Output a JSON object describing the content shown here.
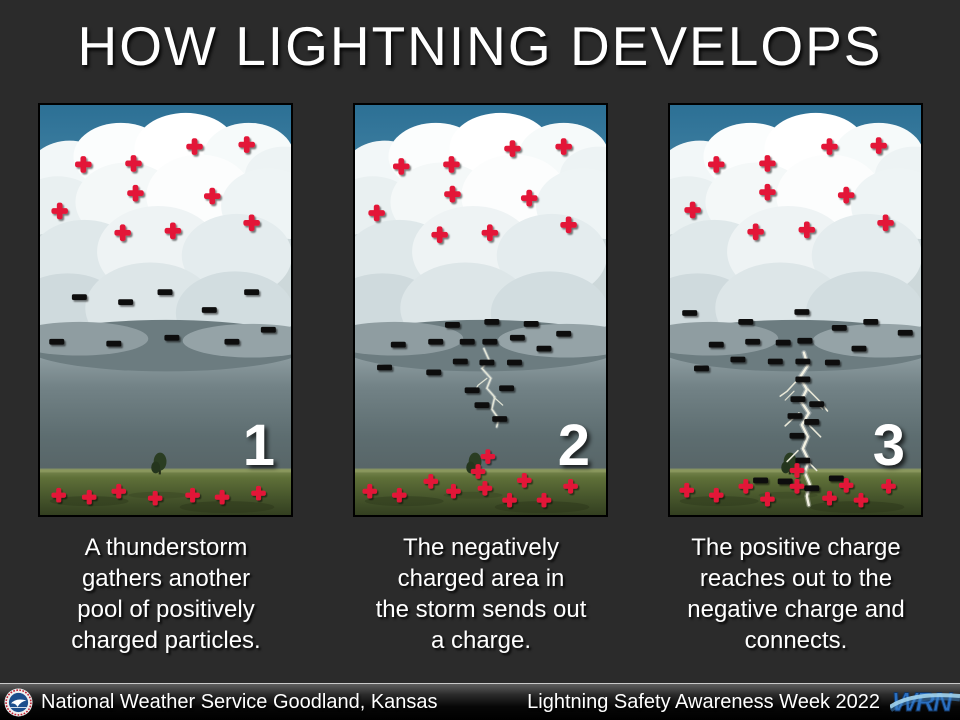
{
  "title": "HOW LIGHTNING DEVELOPS",
  "colors": {
    "background": "#2b2b2b",
    "plus_symbol": "#e31837",
    "minus_symbol": "#0d0d0d",
    "sky_blue": "#2c7095",
    "grass_green": "#47562c",
    "footer_bar": "#000000",
    "text": "#ffffff",
    "wrn_blue": "#2a6fc0"
  },
  "panels": [
    {
      "number": "1",
      "caption": "A thunderstorm\ngathers another\npool of positively\ncharged particles.",
      "lightning": "none",
      "cloud_plus": [
        [
          44,
          60
        ],
        [
          95,
          59
        ],
        [
          157,
          42
        ],
        [
          210,
          40
        ],
        [
          97,
          89
        ],
        [
          175,
          92
        ],
        [
          20,
          107
        ],
        [
          215,
          119
        ],
        [
          84,
          129
        ],
        [
          135,
          127
        ]
      ],
      "cloud_minus": [
        [
          40,
          194
        ],
        [
          87,
          199
        ],
        [
          127,
          189
        ],
        [
          215,
          189
        ],
        [
          172,
          207
        ],
        [
          232,
          227
        ],
        [
          17,
          239
        ],
        [
          75,
          241
        ],
        [
          134,
          235
        ],
        [
          195,
          239
        ]
      ],
      "channel_minus": [],
      "ground_minus": [],
      "ground_plus": [
        [
          19,
          394
        ],
        [
          50,
          396
        ],
        [
          80,
          390
        ],
        [
          117,
          397
        ],
        [
          155,
          394
        ],
        [
          185,
          396
        ],
        [
          222,
          392
        ]
      ]
    },
    {
      "number": "2",
      "caption": "The negatively\ncharged area in\nthe storm sends out\na charge.",
      "lightning": "leader",
      "cloud_plus": [
        [
          47,
          62
        ],
        [
          98,
          60
        ],
        [
          160,
          44
        ],
        [
          212,
          42
        ],
        [
          99,
          90
        ],
        [
          177,
          94
        ],
        [
          22,
          109
        ],
        [
          217,
          121
        ],
        [
          86,
          131
        ],
        [
          137,
          129
        ]
      ],
      "cloud_minus": [
        [
          99,
          222
        ],
        [
          139,
          219
        ],
        [
          179,
          221
        ],
        [
          212,
          231
        ],
        [
          44,
          242
        ],
        [
          82,
          239
        ],
        [
          114,
          239
        ],
        [
          137,
          239
        ],
        [
          165,
          235
        ],
        [
          192,
          246
        ],
        [
          30,
          265
        ],
        [
          107,
          259
        ],
        [
          134,
          260
        ],
        [
          162,
          260
        ],
        [
          80,
          270
        ],
        [
          119,
          288
        ],
        [
          154,
          286
        ],
        [
          129,
          303
        ]
      ],
      "channel_minus": [
        [
          147,
          317
        ]
      ],
      "ground_minus": [],
      "ground_plus": [
        [
          135,
          355
        ],
        [
          125,
          370
        ],
        [
          77,
          380
        ],
        [
          172,
          379
        ],
        [
          219,
          385
        ],
        [
          15,
          390
        ],
        [
          45,
          394
        ],
        [
          100,
          390
        ],
        [
          132,
          387
        ],
        [
          157,
          399
        ],
        [
          192,
          399
        ]
      ]
    },
    {
      "number": "3",
      "caption": "The positive charge\nreaches out to the\nnegative charge and\nconnects.",
      "lightning": "full",
      "cloud_plus": [
        [
          47,
          60
        ],
        [
          99,
          59
        ],
        [
          162,
          42
        ],
        [
          212,
          41
        ],
        [
          99,
          88
        ],
        [
          179,
          91
        ],
        [
          23,
          106
        ],
        [
          219,
          119
        ],
        [
          87,
          128
        ],
        [
          139,
          126
        ]
      ],
      "cloud_minus": [
        [
          20,
          210
        ],
        [
          77,
          219
        ],
        [
          134,
          209
        ],
        [
          172,
          225
        ],
        [
          204,
          219
        ],
        [
          239,
          230
        ],
        [
          47,
          242
        ],
        [
          84,
          239
        ],
        [
          115,
          240
        ],
        [
          137,
          238
        ],
        [
          192,
          246
        ],
        [
          69,
          257
        ],
        [
          107,
          259
        ],
        [
          165,
          260
        ],
        [
          32,
          266
        ]
      ],
      "channel_minus": [
        [
          135,
          259
        ],
        [
          135,
          277
        ],
        [
          130,
          297
        ],
        [
          149,
          302
        ],
        [
          127,
          314
        ],
        [
          144,
          320
        ],
        [
          129,
          334
        ],
        [
          135,
          359
        ]
      ],
      "ground_minus": [
        [
          92,
          379
        ],
        [
          117,
          380
        ],
        [
          169,
          377
        ],
        [
          144,
          387
        ]
      ],
      "ground_plus": [
        [
          129,
          369
        ],
        [
          17,
          389
        ],
        [
          47,
          394
        ],
        [
          77,
          385
        ],
        [
          179,
          384
        ],
        [
          222,
          385
        ],
        [
          99,
          398
        ],
        [
          162,
          397
        ],
        [
          194,
          399
        ],
        [
          129,
          385
        ]
      ]
    }
  ],
  "footer": {
    "left_text": "National Weather Service Goodland, Kansas",
    "right_text": "Lightning Safety Awareness Week 2022",
    "nws_logo": "noaa-nws-seal",
    "wrn_logo_text": "WRN"
  }
}
